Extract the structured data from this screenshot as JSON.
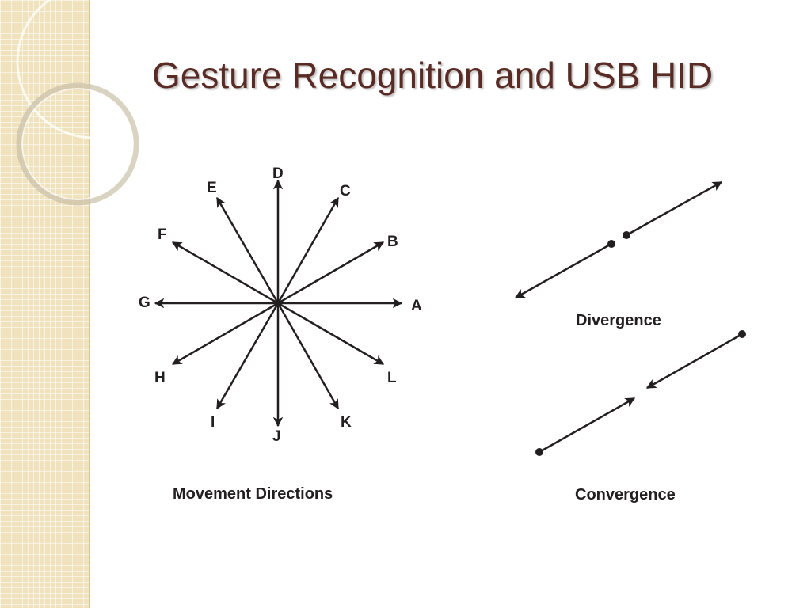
{
  "slide": {
    "title": "Gesture Recognition and USB HID"
  },
  "movement_directions": {
    "caption": "Movement Directions",
    "labels": {
      "A": "A",
      "B": "B",
      "C": "C",
      "D": "D",
      "E": "E",
      "F": "F",
      "G": "G",
      "H": "H",
      "I": "I",
      "J": "J",
      "K": "K",
      "L": "L"
    }
  },
  "divergence": {
    "caption": "Divergence"
  },
  "convergence": {
    "caption": "Convergence"
  },
  "colors": {
    "title": "#5a2b24",
    "line": "#231f20",
    "sidebar": "#f0e2bd"
  }
}
